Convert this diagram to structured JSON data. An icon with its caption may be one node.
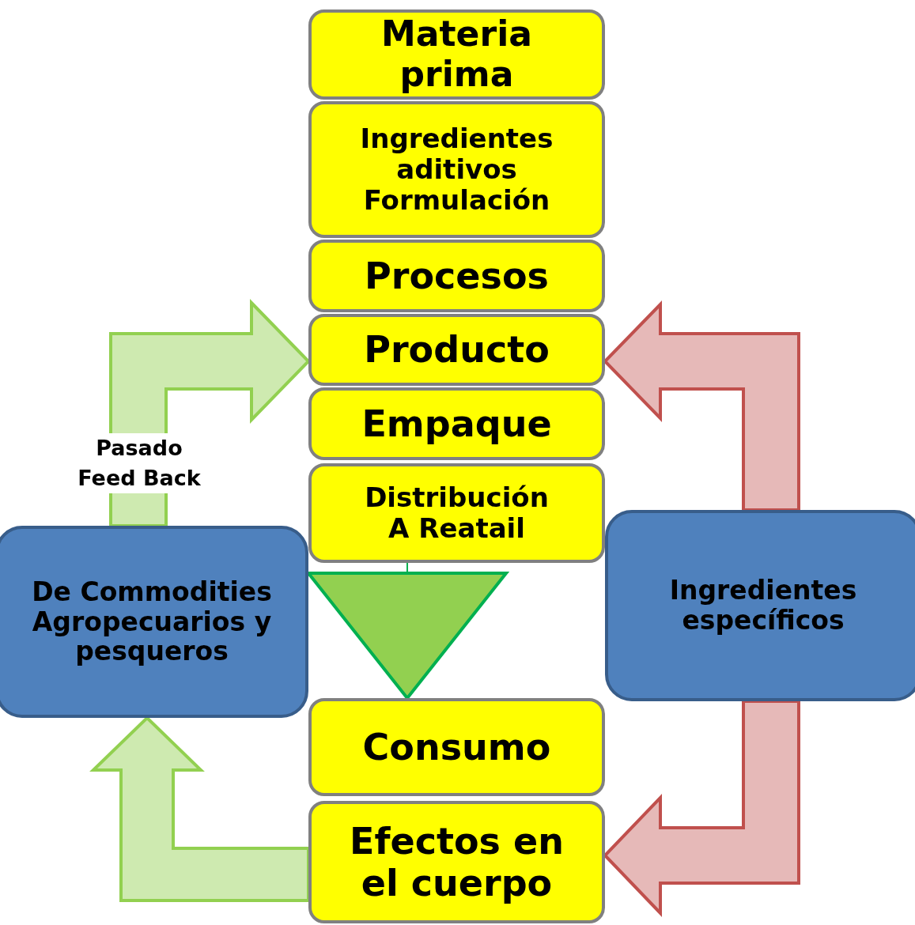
{
  "diagram": {
    "nodes": [
      {
        "text": [
          "Materia prima"
        ]
      },
      {
        "text": [
          "Ingredientes aditivos Formulación"
        ]
      },
      {
        "text": [
          "Procesos"
        ]
      },
      {
        "text": [
          "Producto"
        ]
      },
      {
        "text": [
          "Empaque"
        ]
      },
      {
        "text": [
          "Distribución A Reatail"
        ]
      },
      {
        "text": [
          "De Commodities Agropecuarios y pesqueros"
        ]
      },
      {
        "text": [
          "Ingredientes específicos"
        ]
      },
      {
        "text": [
          "Consumo"
        ]
      },
      {
        "text": [
          "Efectos en el cuerpo"
        ]
      }
    ],
    "edges": [
      {
        "from": 6,
        "to": 3,
        "arrow": "to",
        "label": "Pasado Feed Back",
        "style": "thick",
        "color": "#92d050"
      },
      {
        "from": 9,
        "to": 6,
        "arrow": "to",
        "style": "thick",
        "color": "#92d050"
      },
      {
        "from": 7,
        "to": 3,
        "arrow": "to",
        "style": "thick",
        "color": "#c0504d"
      },
      {
        "from": 7,
        "to": 9,
        "arrow": "to",
        "style": "thick",
        "color": "#c0504d"
      },
      {
        "from": 5,
        "to": 8,
        "arrow": "to",
        "color": "#00b050"
      }
    ]
  }
}
